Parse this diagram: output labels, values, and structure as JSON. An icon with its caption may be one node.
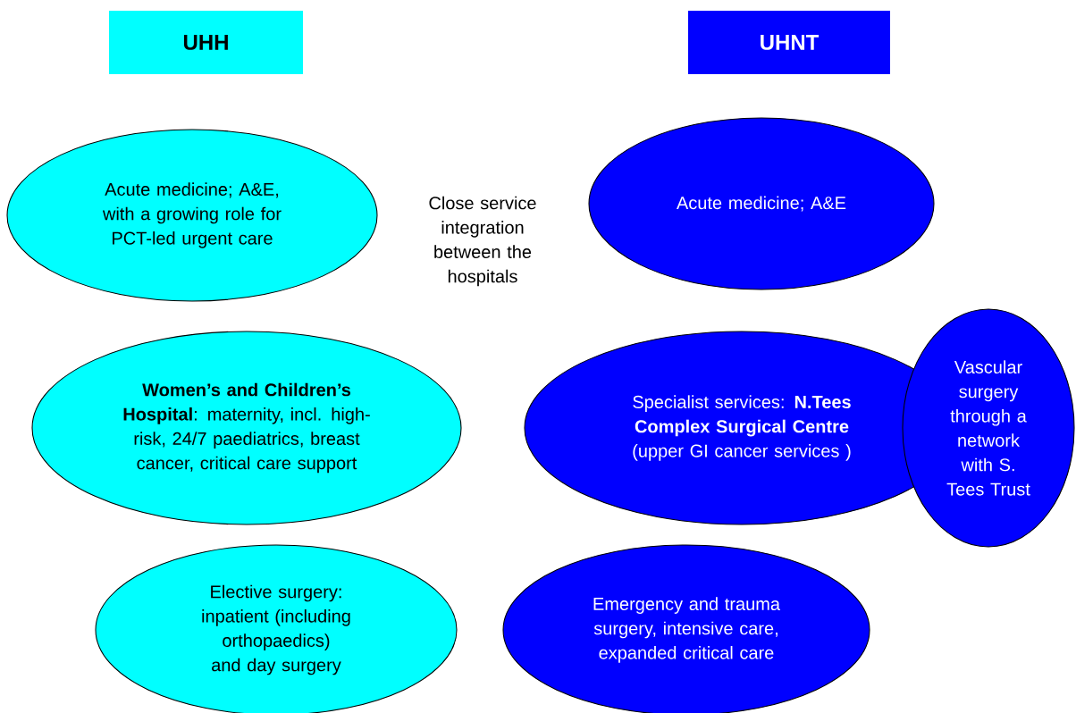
{
  "diagram": {
    "nodes": [
      {
        "text": [
          "UHH"
        ]
      },
      {
        "text": [
          "UHNT"
        ]
      },
      {
        "text": [
          "Acute medicine; A&E, with a growing role for PCT-led urgent care"
        ]
      },
      {
        "text": [
          "Acute medicine; A&E"
        ]
      },
      {
        "text": [
          "**Women’s and Children’s Hospital**: maternity, incl. high-risk, 24/7 paediatrics, breast cancer, critical care support"
        ]
      },
      {
        "text": [
          "Specialist services: **N.Tees Complex Surgical Centre** (upper GI cancer services )"
        ]
      },
      {
        "text": [
          "Vascular surgery through a network with S. Tees Trust"
        ]
      },
      {
        "text": [
          "Elective surgery: inpatient (including orthopaedics) and day surgery"
        ]
      },
      {
        "text": [
          "Emergency and trauma surgery, intensive care, expanded critical care"
        ]
      }
    ],
    "labels": [
      "Close service integration between the hospitals"
    ]
  }
}
